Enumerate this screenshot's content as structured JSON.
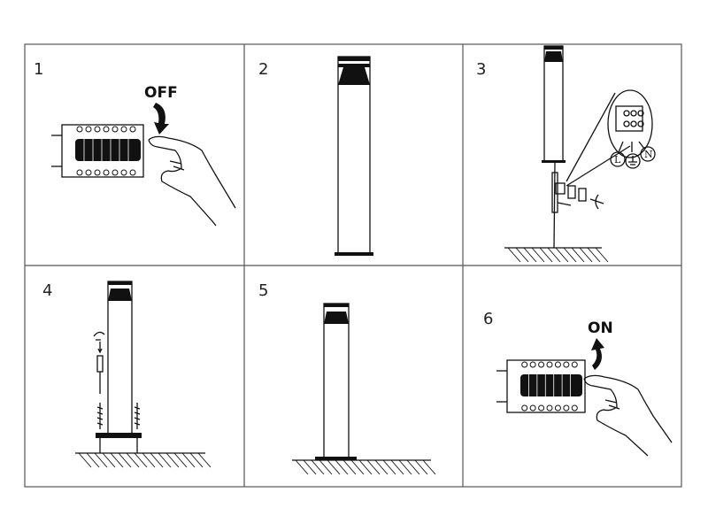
{
  "steps": [
    {
      "number": "1",
      "label": "OFF"
    },
    {
      "number": "2"
    },
    {
      "number": "3",
      "terminals": [
        "L",
        "N"
      ]
    },
    {
      "number": "4"
    },
    {
      "number": "5"
    },
    {
      "number": "6",
      "label": "ON"
    }
  ],
  "colors": {
    "line": "#111111",
    "border": "#555555",
    "background": "#ffffff"
  }
}
